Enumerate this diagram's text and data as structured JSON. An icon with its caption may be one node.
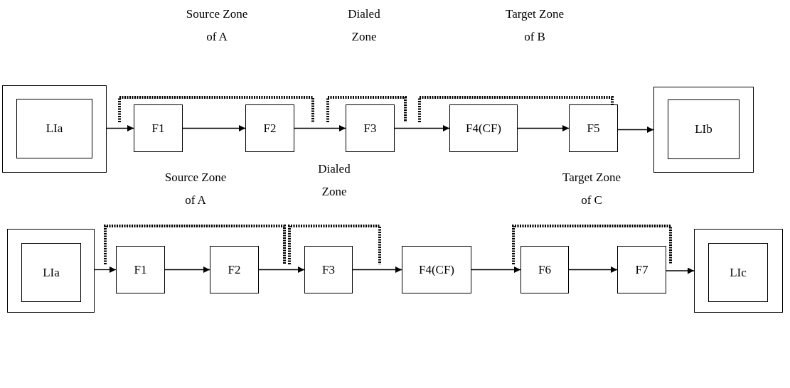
{
  "diagram": {
    "nodes": [
      {
        "text": [],
        "shape": "box"
      },
      {
        "text": [
          "LIa"
        ],
        "in": 0
      },
      {
        "text": [
          "F1"
        ]
      },
      {
        "text": [
          "F2"
        ]
      },
      {
        "text": [
          "F3"
        ]
      },
      {
        "text": [
          "F4(CF)"
        ]
      },
      {
        "text": [
          "F5"
        ]
      },
      {
        "text": [],
        "shape": "box"
      },
      {
        "text": [
          "LIb"
        ],
        "in": 7
      },
      {
        "text": [],
        "shape": "box"
      },
      {
        "text": [
          "LIa"
        ],
        "in": 9
      },
      {
        "text": [
          "F1"
        ]
      },
      {
        "text": [
          "F2"
        ]
      },
      {
        "text": [
          "F3"
        ]
      },
      {
        "text": [
          "F4(CF)"
        ]
      },
      {
        "text": [
          "F6"
        ]
      },
      {
        "text": [
          "F7"
        ]
      },
      {
        "text": [],
        "shape": "box"
      },
      {
        "text": [
          "LIc"
        ],
        "in": 17
      }
    ],
    "edges": [
      {
        "from": 0,
        "to": 2,
        "arrow": "to"
      },
      {
        "from": 2,
        "to": 3,
        "arrow": "to"
      },
      {
        "from": 3,
        "to": 4,
        "arrow": "to"
      },
      {
        "from": 4,
        "to": 5,
        "arrow": "to"
      },
      {
        "from": 5,
        "to": 6,
        "arrow": "to"
      },
      {
        "from": 6,
        "to": 7,
        "arrow": "to"
      },
      {
        "from": 9,
        "to": 11,
        "arrow": "to"
      },
      {
        "from": 11,
        "to": 12,
        "arrow": "to"
      },
      {
        "from": 12,
        "to": 13,
        "arrow": "to"
      },
      {
        "from": 13,
        "to": 14,
        "arrow": "to"
      },
      {
        "from": 14,
        "to": 15,
        "arrow": "to"
      },
      {
        "from": 15,
        "to": 16,
        "arrow": "to"
      },
      {
        "from": 16,
        "to": 17,
        "arrow": "to"
      }
    ],
    "labels": [
      "Source Zone of A",
      "Dialed Zone",
      "Target Zone of B",
      "Source Zone of A",
      "Dialed Zone",
      "Target Zone of C"
    ]
  }
}
